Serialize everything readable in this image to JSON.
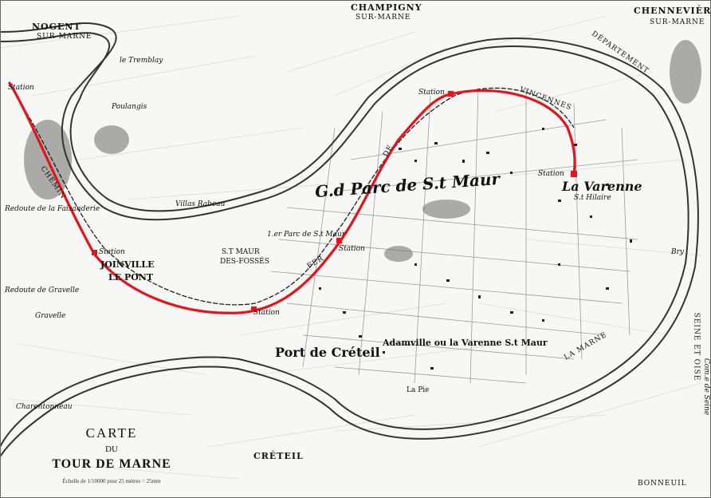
{
  "map": {
    "route_color": "#e3141b",
    "river_name": "Marne",
    "places": {
      "nogent": "NOGENT",
      "nogent_sub": "SUR-MARNE",
      "champigny": "CHAMPIGNY",
      "champigny_sub": "SUR-MARNE",
      "chennevieres": "CHENNEVIÈRES",
      "chennevieres_sub": "SUR-MARNE",
      "le_tremblay": "le Tremblay",
      "poulangis": "Poulangis",
      "joinville": "JOINVILLE",
      "le_pont": "LE PONT",
      "st_maur": "S.T MAUR",
      "des_fosses": "DES-FOSSÉS",
      "parc_st_maur_small": "1.er Parc de S.t Maur",
      "gd_parc": "G.d Parc de S.t Maur",
      "la_varenne": "La Varenne",
      "st_hilaire": "S.t Hilaire",
      "port_creteil": "Port de Créteil",
      "adamville": "Adamville ou la Varenne S.t Maur",
      "la_pie": "La Pie",
      "creteil": "CRÉTEIL",
      "gravelle": "Gravelle",
      "charentonneau": "Charentonneau",
      "bonneuil": "BONNEUIL",
      "bry": "Bry",
      "departement": "DÉPARTEMENT",
      "vincennes": "VINCENNES",
      "chemin": "CHEMIN",
      "de": "DE",
      "fer": "FER",
      "la_marne": "LA MARNE",
      "seine_et_oise": "SEINE ET OISE",
      "comte_seine": "Com.e de Seine",
      "redoute": "Redoute de la Faisanderie",
      "redoute_gravelle": "Redoute de Gravelle",
      "villa_rabeau": "Villas Rabeau"
    },
    "stations": [
      "Station",
      "Station",
      "Station",
      "Station",
      "Station",
      "Station"
    ]
  },
  "cartouche": {
    "title": "CARTE",
    "sub": "DU",
    "subtitle": "TOUR DE MARNE",
    "scale": "Échelle de 1/10000 pour 25 mètres = 25mm"
  }
}
